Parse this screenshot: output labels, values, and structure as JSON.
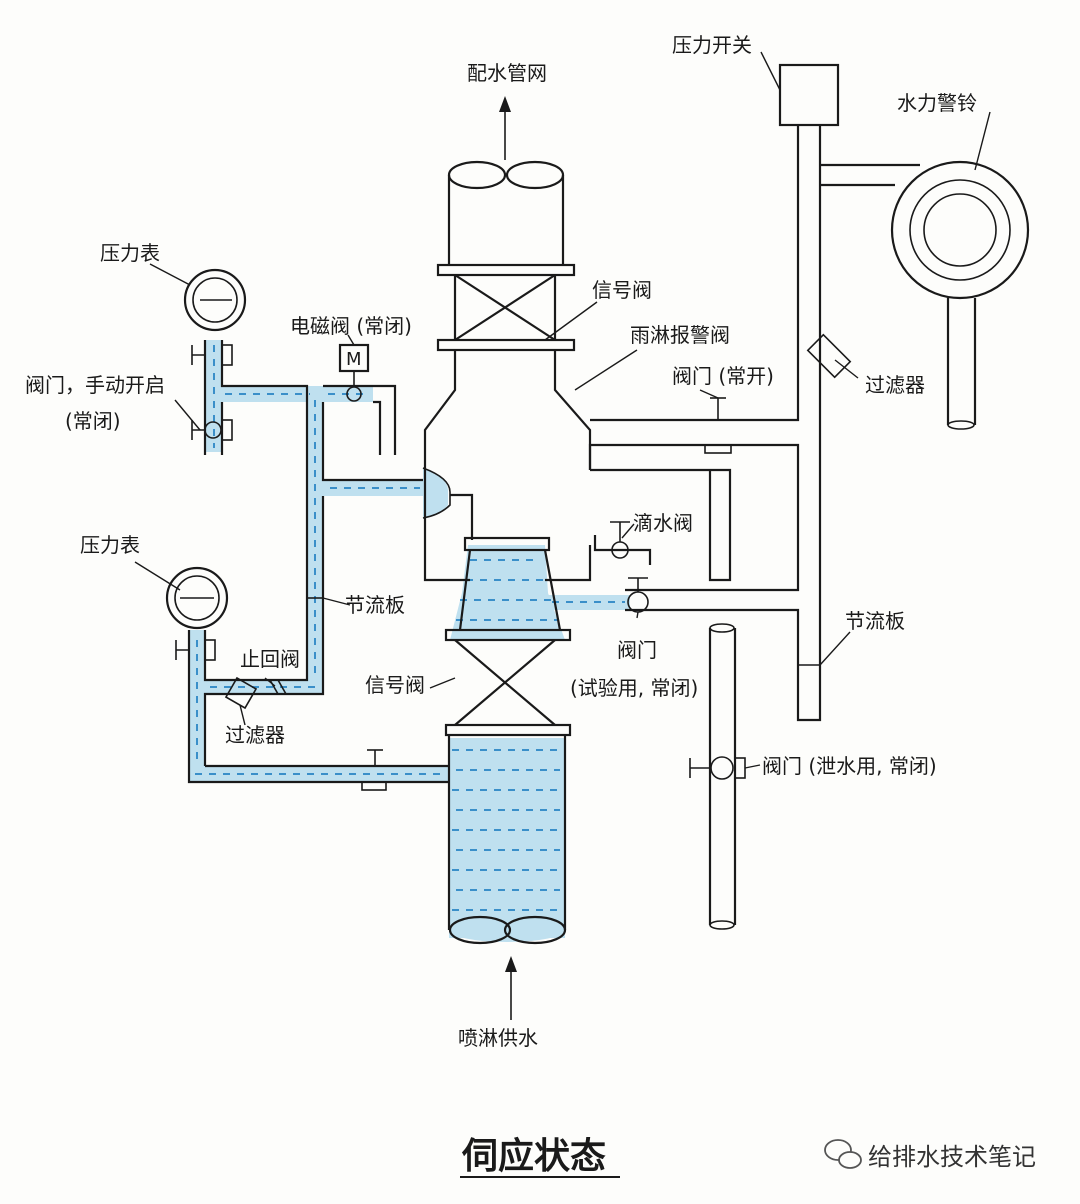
{
  "title": "伺应状态",
  "watermark": "给排水技术笔记",
  "labels": {
    "distribution_network": "配水管网",
    "pressure_switch": "压力开关",
    "water_gong": "水力警铃",
    "gauge_top": "压力表",
    "solenoid_valve": "电磁阀 (常闭)",
    "signal_valve_top": "信号阀",
    "deluge_valve": "雨淋报警阀",
    "manual_valve_line1": "阀门，手动开启",
    "manual_valve_line2": "(常闭)",
    "valve_normally_open": "阀门 (常开)",
    "strainer_right": "过滤器",
    "drip_valve": "滴水阀",
    "gauge_bottom": "压力表",
    "orifice_left": "节流板",
    "orifice_right": "节流板",
    "check_valve": "止回阀",
    "test_valve_line1": "阀门",
    "test_valve_line2": "(试验用, 常闭)",
    "signal_valve_bottom": "信号阀",
    "strainer_left": "过滤器",
    "drain_valve": "阀门 (泄水用, 常闭)",
    "sprinkler_supply": "喷淋供水"
  },
  "colors": {
    "water": "#bfe0ef",
    "water_dash": "#3a8fc9",
    "line": "#1a1a1a"
  }
}
